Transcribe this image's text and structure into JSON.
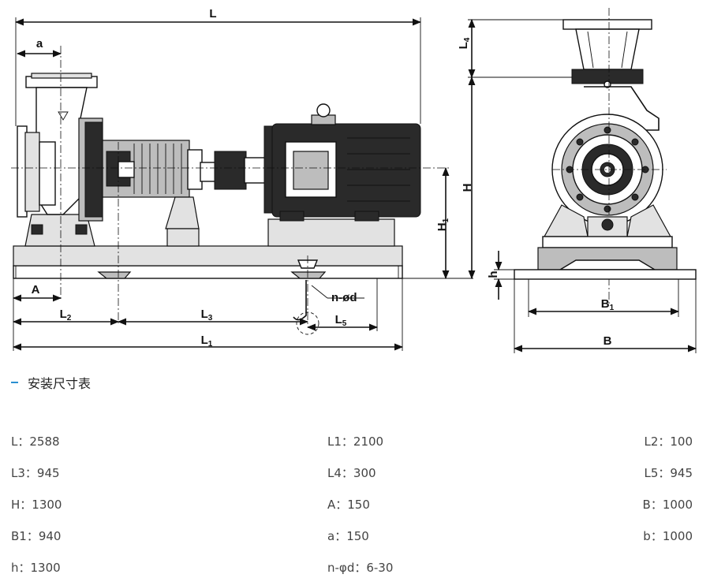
{
  "diagram": {
    "labels": {
      "L": "L",
      "a": "a",
      "L4": "L",
      "L4_sub": "4",
      "H": "H",
      "H1": "H",
      "H1_sub": "1",
      "h": "h",
      "A": "A",
      "L2": "L",
      "L2_sub": "2",
      "L3": "L",
      "L3_sub": "3",
      "L5": "L",
      "L5_sub": "5",
      "L1": "L",
      "L1_sub": "1",
      "nd": "n-ød",
      "B1": "B",
      "B1_sub": "1",
      "B": "B"
    }
  },
  "section": {
    "title": "安装尺寸表"
  },
  "specs": [
    {
      "text": "L：2588"
    },
    {
      "text": "L1：2100"
    },
    {
      "text": "L2：100"
    },
    {
      "text": "L3：945"
    },
    {
      "text": "L4：300"
    },
    {
      "text": "L5：945"
    },
    {
      "text": "H：1300"
    },
    {
      "text": "A：150"
    },
    {
      "text": "B：1000"
    },
    {
      "text": "B1：940"
    },
    {
      "text": "a：150"
    },
    {
      "text": "b：1000"
    },
    {
      "text": "h：1300"
    },
    {
      "text": "n-φd：6-30"
    }
  ]
}
